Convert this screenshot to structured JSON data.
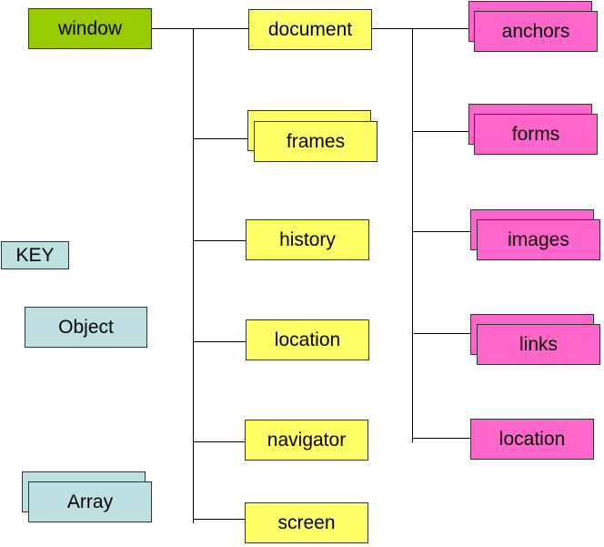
{
  "colors": {
    "window": "#99cc00",
    "object": "#ffff66",
    "array": "#ff66cc",
    "key": "#bde0e3",
    "line": "#000000"
  },
  "nodes": {
    "window": "window",
    "document": "document",
    "frames": "frames",
    "history": "history",
    "location": "location",
    "navigator": "navigator",
    "screen": "screen",
    "anchors": "anchors",
    "forms": "forms",
    "images": "images",
    "links": "links",
    "document_location": "location"
  },
  "key": {
    "title": "KEY",
    "object": "Object",
    "array": "Array"
  }
}
